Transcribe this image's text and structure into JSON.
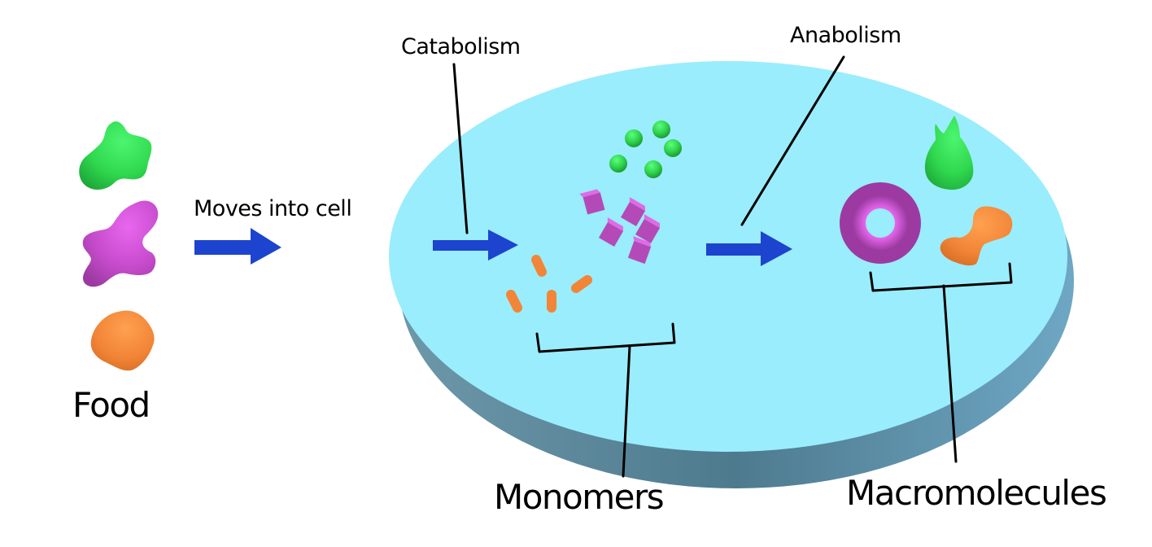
{
  "title": "Catabolism and anabolism in a cell",
  "labels": {
    "food": "Food",
    "moves_into_cell": "Moves into cell",
    "catabolism": "Catabolism",
    "anabolism": "Anabolism",
    "monomers": "Monomers",
    "macromolecules": "Macromolecules"
  },
  "colors": {
    "cell_top": "#9aedfc",
    "cell_side": "#5a8497",
    "arrow": "#1c44cf",
    "protein_green": "#2fd84e",
    "carb_magenta": "#c64bcc",
    "lipid_orange": "#f28537",
    "line": "#000000"
  },
  "food_items": [
    {
      "name": "green-food-blob",
      "color": "green"
    },
    {
      "name": "magenta-food-blob",
      "color": "magenta"
    },
    {
      "name": "orange-food-blob",
      "color": "orange"
    }
  ],
  "monomers": {
    "green_spheres": 5,
    "magenta_cubes": 5,
    "orange_rods": 4
  },
  "macromolecules": [
    {
      "name": "green-pear-shape",
      "color": "green"
    },
    {
      "name": "magenta-torus",
      "color": "magenta"
    },
    {
      "name": "orange-bowtie-shape",
      "color": "orange"
    }
  ]
}
